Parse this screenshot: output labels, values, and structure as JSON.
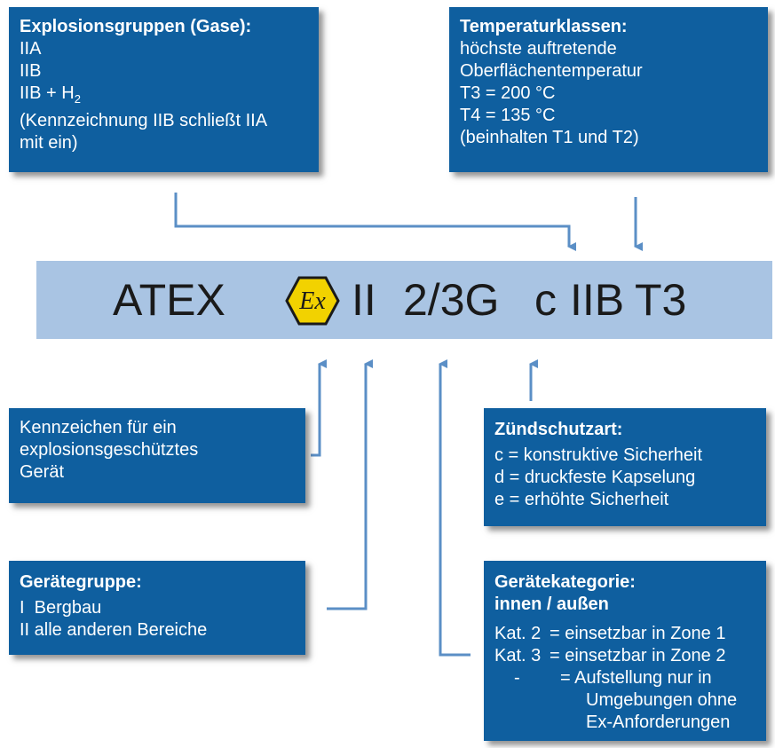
{
  "explosionsgruppen": {
    "title": "Explosionsgruppen (Gase):",
    "lines": [
      "IIA",
      "IIB",
      "IIB + H",
      "(Kennzeichnung IIB schließt IIA",
      "mit ein)"
    ],
    "subscript": "2"
  },
  "temperaturklassen": {
    "title": "Temperaturklassen:",
    "lines": [
      "höchste auftretende",
      "Oberflächentemperatur",
      "T3 = 200 °C",
      "T4 = 135 °C",
      "(beinhalten T1 und T2)"
    ]
  },
  "label": {
    "atex": "ATEX",
    "ex_symbol": "Ex",
    "group": "II",
    "category": "2/3G",
    "protection": "c",
    "gas_group": "IIB",
    "temp_class": "T3",
    "colors": {
      "bar": "#a9c4e3",
      "ex_yellow": "#f2d200"
    }
  },
  "kennzeichen": {
    "lines": [
      "Kennzeichen für ein",
      "explosionsgeschütztes",
      "Gerät"
    ]
  },
  "zuendschutzart": {
    "title": "Zündschutzart:",
    "lines": [
      "c = konstruktive Sicherheit",
      "d = druckfeste Kapselung",
      "e = erhöhte Sicherheit"
    ]
  },
  "geraetegruppe": {
    "title": "Gerätegruppe:",
    "lines": [
      "I  Bergbau",
      "II alle anderen Bereiche"
    ]
  },
  "geraetekategorie": {
    "title_line1": "Gerätekategorie:",
    "title_line2": "innen / außen",
    "rows": [
      {
        "code": "Kat. 2",
        "text": "= einsetzbar in Zone 1"
      },
      {
        "code": "Kat. 3",
        "text": "= einsetzbar in Zone 2"
      },
      {
        "code": "-",
        "text": "= Aufstellung nur in"
      }
    ],
    "continuation": [
      "Umgebungen ohne",
      "Ex-Anforderungen"
    ]
  },
  "colors": {
    "box": "#0f5f9f",
    "connector": "#5b8fc6"
  }
}
